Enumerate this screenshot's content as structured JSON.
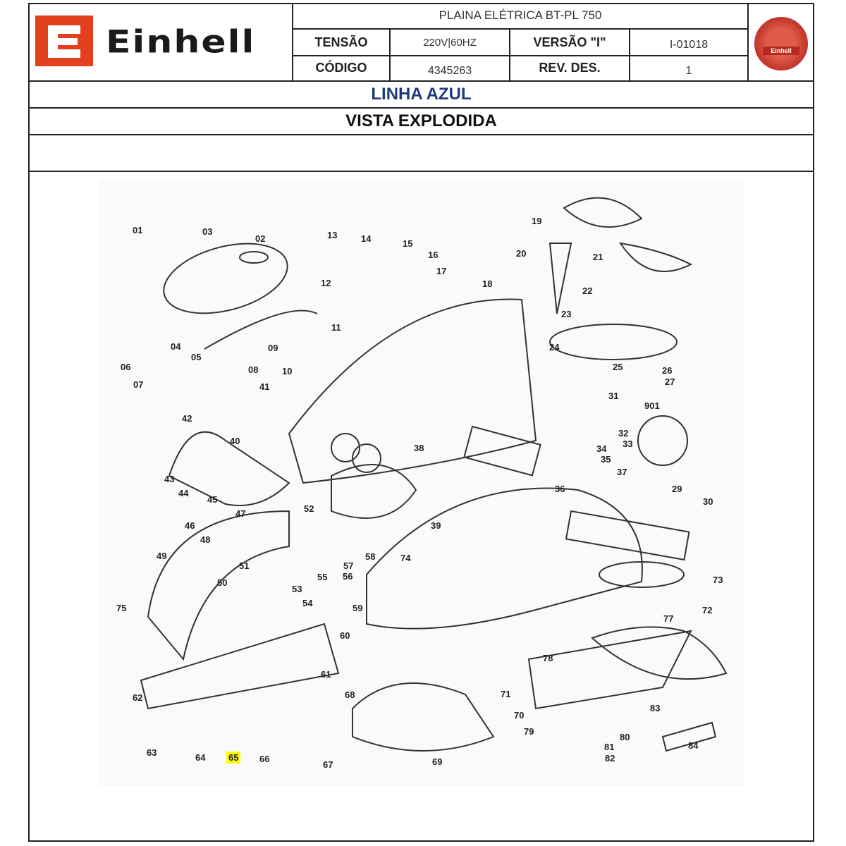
{
  "header": {
    "brand": "Einhell",
    "product": "PLAINA ELÉTRICA BT-PL 750",
    "tensao_label": "TENSÃO",
    "tensao_value": "220V|60HZ",
    "versao_label": "VERSÃO \"I\"",
    "versao_value": "I-01018",
    "codigo_label": "CÓDIGO",
    "codigo_value": "4345263",
    "rev_label": "REV. DES.",
    "rev_value": "1",
    "seal_text": "Einhell"
  },
  "line": "LINHA AZUL",
  "view": "VISTA EXPLODIDA",
  "highlight_color": "#ffff00",
  "parts": [
    "01",
    "03",
    "02",
    "13",
    "14",
    "15",
    "16",
    "17",
    "12",
    "18",
    "19",
    "20",
    "21",
    "22",
    "23",
    "24",
    "25",
    "26",
    "27",
    "11",
    "09",
    "04",
    "05",
    "06",
    "07",
    "08",
    "10",
    "41",
    "31",
    "901",
    "32",
    "33",
    "34",
    "35",
    "42",
    "40",
    "38",
    "37",
    "36",
    "29",
    "30",
    "43",
    "44",
    "45",
    "46",
    "47",
    "52",
    "39",
    "48",
    "49",
    "51",
    "58",
    "74",
    "57",
    "56",
    "55",
    "50",
    "53",
    "73",
    "54",
    "59",
    "72",
    "75",
    "77",
    "60",
    "78",
    "61",
    "71",
    "68",
    "83",
    "62",
    "70",
    "84",
    "79",
    "80",
    "81",
    "63",
    "64",
    "65",
    "66",
    "67",
    "69",
    "82"
  ],
  "highlighted_part": "65"
}
